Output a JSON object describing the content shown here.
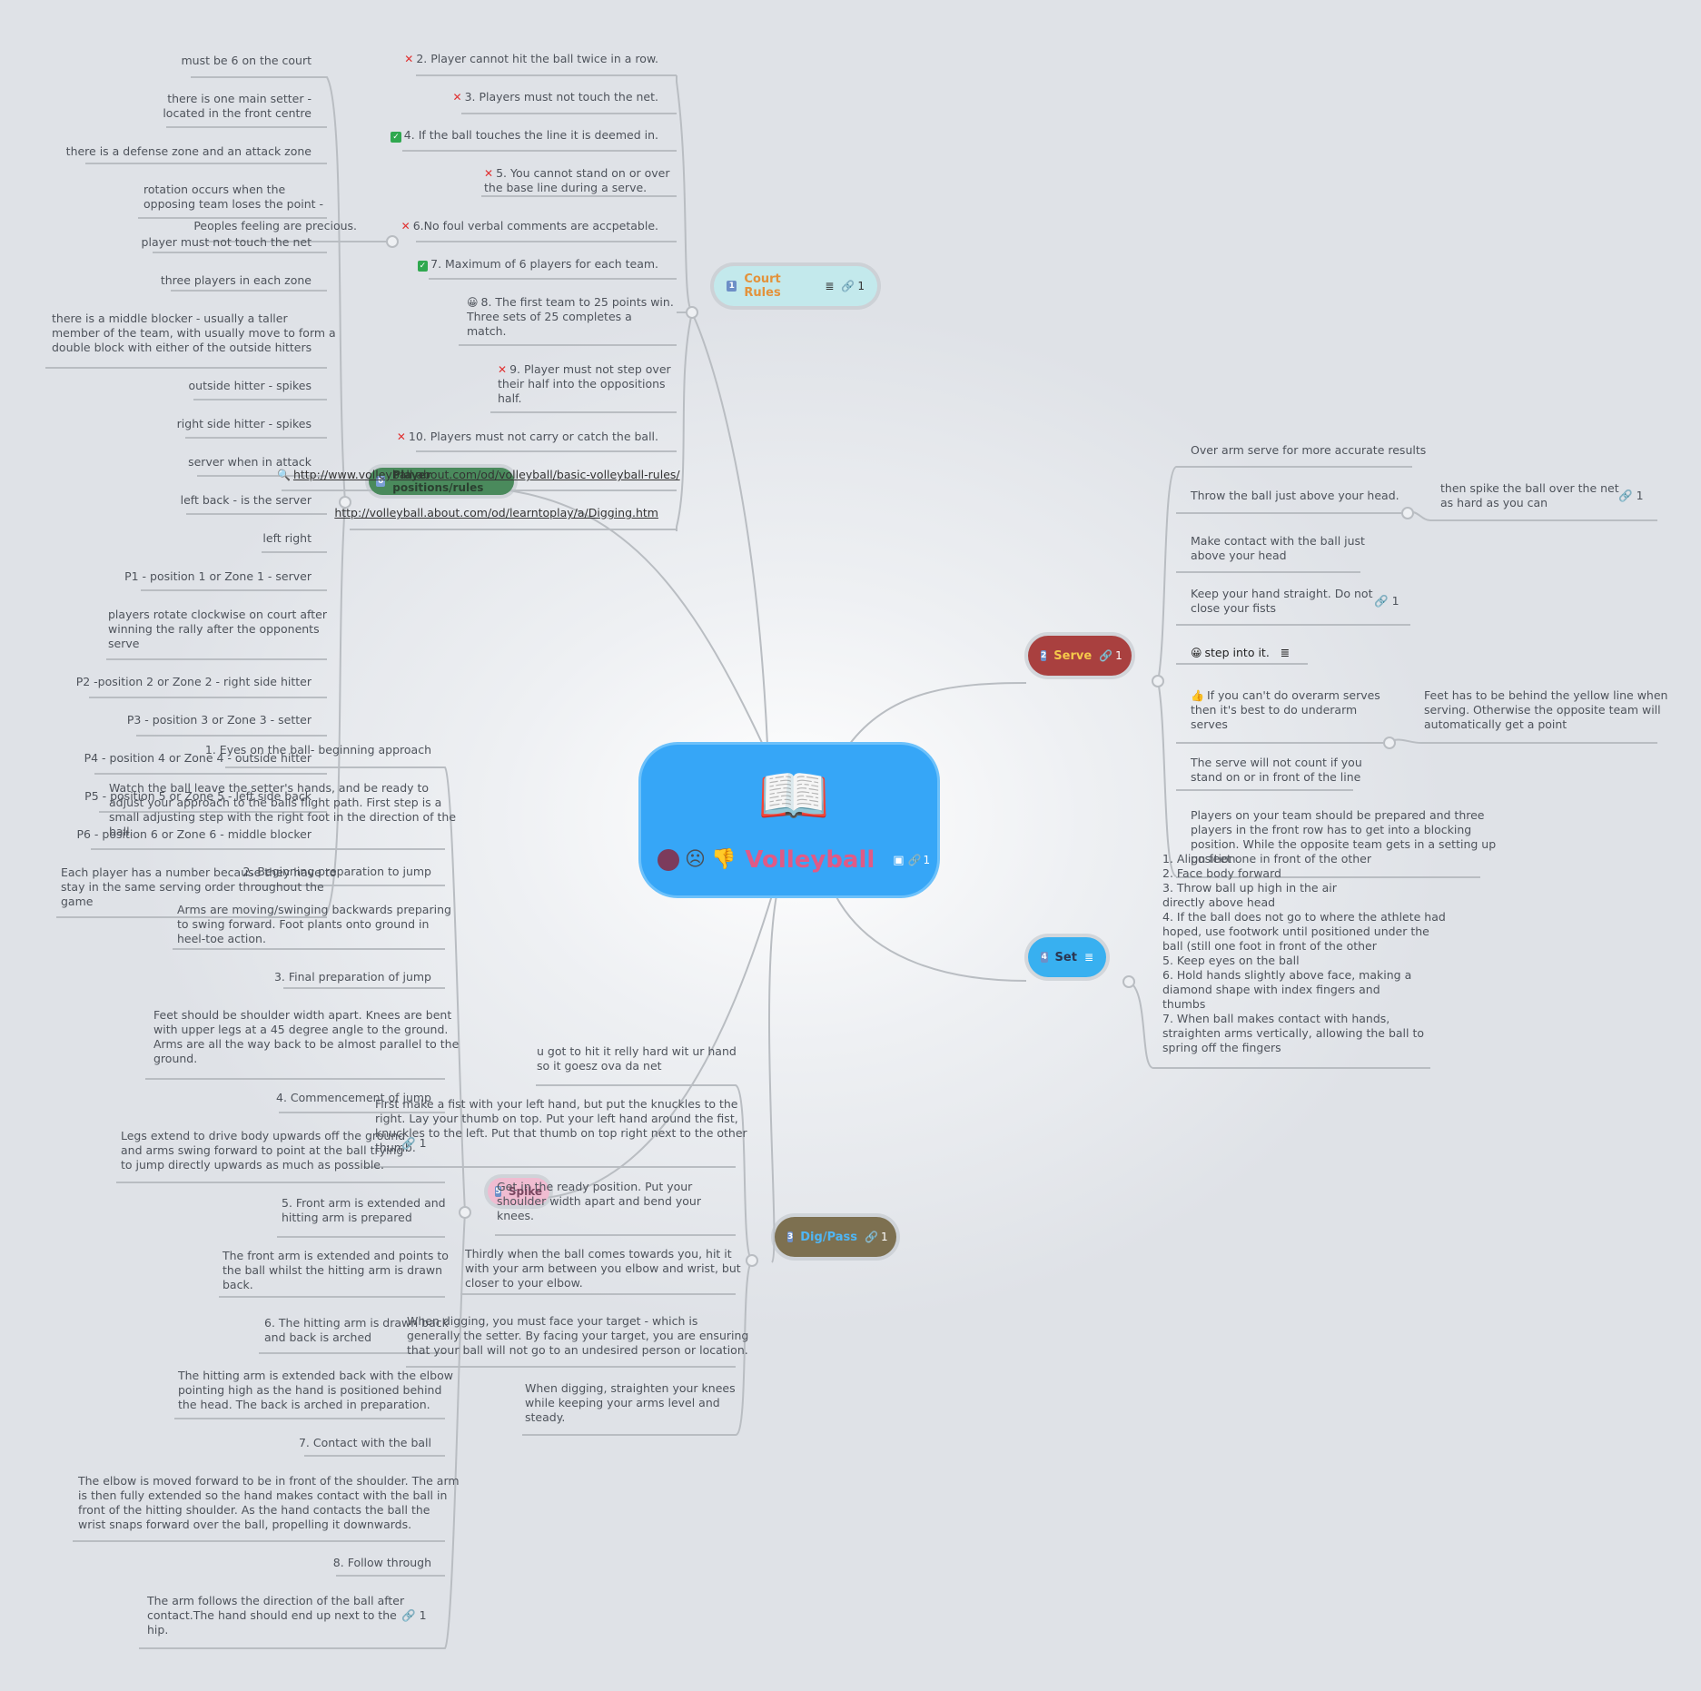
{
  "root": {
    "title": "Volleyball",
    "link_count": "1",
    "icons": [
      "book-icon",
      "sad-face-icon",
      "thumbs-down-icon",
      "image-icon",
      "link-icon"
    ]
  },
  "court_rules": {
    "label": "Court Rules",
    "number": "1",
    "link_count": "1",
    "items": [
      {
        "text": "2. Player cannot hit the ball twice in a row.",
        "icon": "x"
      },
      {
        "text": "3. Players must not touch the net.",
        "icon": "x"
      },
      {
        "text": "4. If the ball touches the line it is deemed in.",
        "icon": "check"
      },
      {
        "text": "5. You cannot stand on or over\nthe base line during a serve.",
        "icon": "x"
      },
      {
        "text": "6.No foul verbal comments are accpetable.",
        "icon": "x"
      },
      {
        "text": "7. Maximum of 6 players for each team.",
        "icon": "check"
      },
      {
        "text": "8. The first team to 25 points win.\nThree sets of 25 completes a\nmatch.",
        "icon": "smile"
      },
      {
        "text": "9. Player must not step over\ntheir half into the oppositions\nhalf.",
        "icon": "x"
      },
      {
        "text": "10. Players must not carry or catch the ball.",
        "icon": "x"
      },
      {
        "text": "http://www.volleyball.about.com/od/volleyball/basic-volleyball-rules/",
        "icon": "search"
      },
      {
        "text": "http://volleyball.about.com/od/learntoplay/a/Digging.htm",
        "icon": ""
      }
    ],
    "sub_item": "Peoples feeling are precious."
  },
  "player_positions": {
    "label": "Player positions/rules",
    "number": "6",
    "items": [
      "must be 6 on the court",
      "there is one main setter -\nlocated in the front centre",
      "there is a defense zone and an attack zone",
      "rotation occurs when the\nopposing team loses the point -",
      "player must not touch the net",
      "three players in each zone",
      "there is a middle blocker - usually a taller\nmember of the team, with usually move to form a\ndouble block with either of the outside hitters",
      "outside hitter - spikes",
      "right side hitter - spikes",
      "server when in attack",
      "left back - is the server",
      "left right",
      "P1 - position 1 or Zone 1 - server",
      "players rotate clockwise on court after\nwinning the rally after the opponents\nserve",
      "P2 -position 2 or Zone 2 - right side hitter",
      "P3 - position 3 or Zone 3 - setter",
      "P4 - position 4 or Zone 4 - outside hitter",
      "P5 - position 5 or Zone 5 - left side back",
      "P6 - position 6 or Zone 6 - middle blocker",
      "Each player has a number because they have to\nstay in the same serving order throughout the\ngame"
    ]
  },
  "serve": {
    "label": "Serve",
    "number": "2",
    "link_count": "1",
    "items": [
      {
        "text": "Over arm serve for more accurate results"
      },
      {
        "text": "Throw the ball just above your head."
      },
      {
        "text": "then spike the ball over the net\nas hard as you can",
        "link_count": "1"
      },
      {
        "text": "Make contact with the ball just\nabove your head"
      },
      {
        "text": "Keep your hand straight. Do not\nclose your fists",
        "link_count": "1"
      },
      {
        "text": "step into it.",
        "icon": "smile"
      },
      {
        "text": "If you can't do overarm serves\nthen it's best to do underarm\nserves",
        "icon": "thumbs-up"
      },
      {
        "text": "Feet has to be behind the yellow line when\nserving. Otherwise the opposite team will\nautomatically get a point"
      },
      {
        "text": "The serve will not count if you\nstand on or in front of the line"
      },
      {
        "text": "Players on your team should be prepared and three\nplayers in the front row has to get into a blocking\nposition. While the opposite team gets in a setting up\nposition"
      }
    ]
  },
  "set": {
    "label": "Set",
    "number": "4",
    "text": "1. Align feet one in front of the other\n2. Face body forward\n3. Throw ball up high in the air\ndirectly above head\n4. If the ball does not go to where the athlete had\nhoped, use footwork until positioned under the\nball (still one foot in front of the other\n5. Keep eyes on the ball\n6. Hold hands slightly above face, making a\ndiamond shape with index fingers and\nthumbs\n7. When ball makes contact with hands,\nstraighten arms vertically, allowing the ball to\nspring off the fingers"
  },
  "dig_pass": {
    "label": "Dig/Pass",
    "number": "3",
    "link_count": "1",
    "items": [
      "u got to hit it relly hard wit ur hand\nso it goesz ova da net",
      "First make a fist with your left hand, but put the knuckles to the\nright. Lay your thumb on top. Put your left hand around the fist,\nknuckles to the left. Put that thumb on top right next to the other\nthumb.",
      "Get in the ready position. Put your\nshoulder width apart and bend your\nknees.",
      "Thirdly when the ball comes towards you, hit it\nwith your arm between you elbow and wrist, but\ncloser to your elbow.",
      "When digging, you must face your target - which is\ngenerally the setter. By facing your target, you are ensuring\nthat your ball will not go to an undesired person or location.",
      "When digging, straighten your knees\nwhile keeping your arms level and\nsteady."
    ]
  },
  "spike": {
    "label": "Spike",
    "number": "5",
    "items": [
      "1. Eyes on the ball- beginning approach",
      "Watch the ball leave the setter's hands, and be ready to\nadjust your approach to the balls flight path. First step is a\nsmall adjusting step with the right foot in the direction of the\nball.",
      "2. Beginning preparation to jump",
      "Arms are moving/swinging backwards preparing\nto swing forward. Foot plants onto ground in\nheel-toe action.",
      "3. Final preparation of jump",
      "Feet should be shoulder width apart. Knees are bent\nwith upper legs at a 45 degree angle to the ground.\nArms are all the way back to be almost parallel to the\nground.",
      "4. Commencement of jump",
      "Legs extend to drive body upwards off the ground\nand arms swing forward to point at the ball trying\nto jump directly upwards as much as possible.",
      "5. Front arm is extended and\nhitting arm is prepared",
      "The front arm is extended and points to\nthe ball whilst the hitting arm is drawn\nback.",
      "6. The hitting arm is drawn back\nand back is arched",
      "The hitting arm is extended back with the elbow\npointing high as the hand is positioned behind\nthe head. The back is arched in preparation.",
      "7. Contact with the ball",
      "The elbow is moved forward to be in front of the shoulder. The arm\nis then fully extended so the hand makes contact with the ball in\nfront of the hitting shoulder. As the hand contacts the ball the\nwrist snaps forward over the ball, propelling it downwards.",
      "8. Follow through",
      "The arm follows the direction of the ball after\ncontact.The hand should end up next to the\nhip."
    ],
    "link_count_a": "1",
    "link_count_b": "1"
  },
  "colors": {
    "root": "#36a6f7",
    "court_rules": "#bfe8ea",
    "player_positions": "#4a8a5c",
    "serve": "#a9403f",
    "set": "#38b0f0",
    "dig_pass": "#7d7050",
    "spike": "#f0bcd1"
  }
}
